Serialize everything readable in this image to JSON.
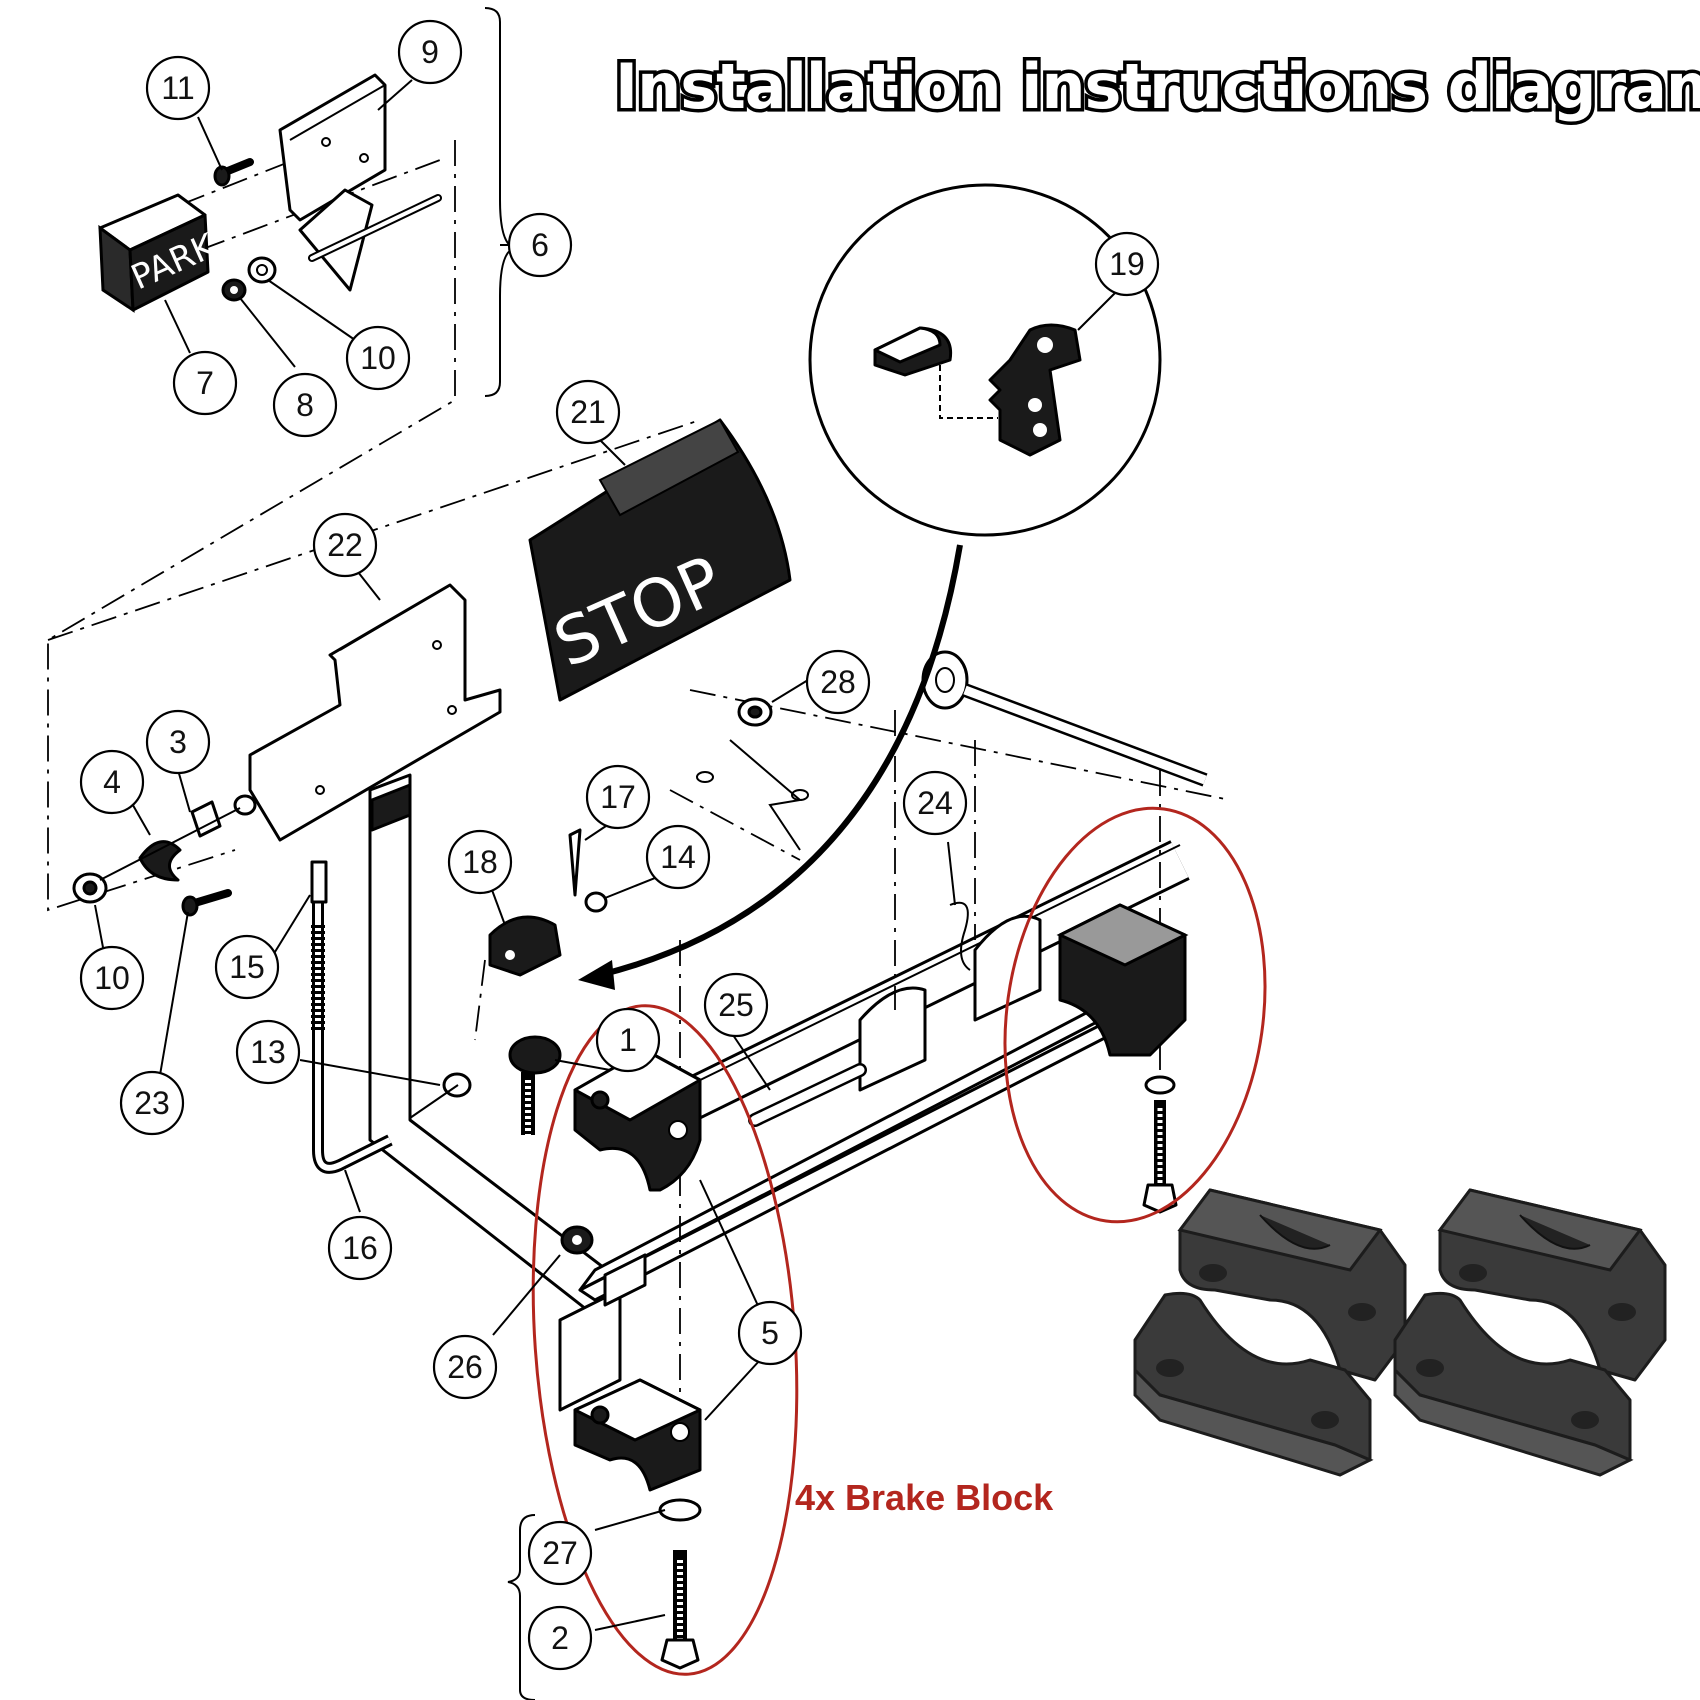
{
  "title": "Installation instructions diagram",
  "signs": {
    "park": "PARK",
    "stop": "STOP"
  },
  "annotation": {
    "text": "4x Brake Block",
    "color": "#b3261e"
  },
  "callouts": [
    {
      "id": "1",
      "label": "1"
    },
    {
      "id": "2",
      "label": "2"
    },
    {
      "id": "3",
      "label": "3"
    },
    {
      "id": "4",
      "label": "4"
    },
    {
      "id": "5a",
      "label": "5"
    },
    {
      "id": "5b",
      "label": "5"
    },
    {
      "id": "6",
      "label": "6"
    },
    {
      "id": "7",
      "label": "7"
    },
    {
      "id": "8",
      "label": "8"
    },
    {
      "id": "9",
      "label": "9"
    },
    {
      "id": "10a",
      "label": "10"
    },
    {
      "id": "10b",
      "label": "10"
    },
    {
      "id": "11",
      "label": "11"
    },
    {
      "id": "13",
      "label": "13"
    },
    {
      "id": "14",
      "label": "14"
    },
    {
      "id": "15",
      "label": "15"
    },
    {
      "id": "16",
      "label": "16"
    },
    {
      "id": "17",
      "label": "17"
    },
    {
      "id": "18",
      "label": "18"
    },
    {
      "id": "19",
      "label": "19"
    },
    {
      "id": "21",
      "label": "21"
    },
    {
      "id": "22",
      "label": "22"
    },
    {
      "id": "23",
      "label": "23"
    },
    {
      "id": "24",
      "label": "24"
    },
    {
      "id": "25",
      "label": "25"
    },
    {
      "id": "26",
      "label": "26"
    },
    {
      "id": "27",
      "label": "27"
    },
    {
      "id": "28",
      "label": "28"
    }
  ],
  "colors": {
    "highlight": "#b3261e",
    "block": "#3a3a3a",
    "line": "#000000"
  }
}
